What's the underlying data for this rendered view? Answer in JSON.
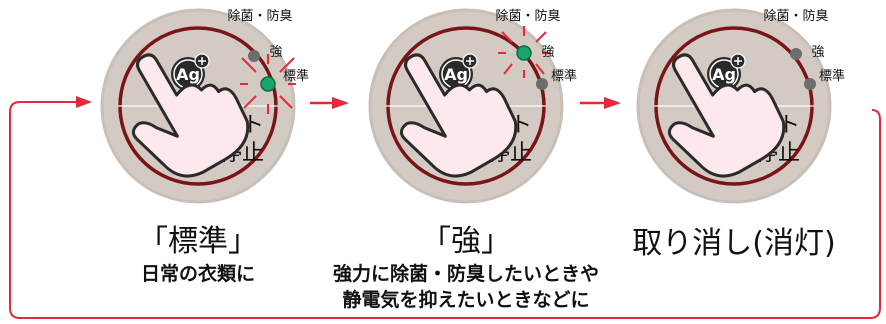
{
  "panels": [
    {
      "mode_label": "除菌・防臭",
      "led_strong": "強",
      "led_standard": "標準",
      "ag": "Ag",
      "button_line1": "スタート",
      "button_line2": "一時停止",
      "title": "「標準」",
      "description": [
        "日常の衣類に"
      ],
      "active_led": "standard"
    },
    {
      "mode_label": "除菌・防臭",
      "led_strong": "強",
      "led_standard": "標準",
      "ag": "Ag",
      "button_line1": "スタート",
      "button_line2": "一時停止",
      "title": "「強」",
      "description": [
        "強力に除菌・防臭したいときや",
        "静電気を抑えたいときなどに"
      ],
      "active_led": "strong"
    },
    {
      "mode_label": "除菌・防臭",
      "led_strong": "強",
      "led_standard": "標準",
      "ag": "Ag",
      "button_line1": "スタート",
      "button_line2": "一時停止",
      "title": "取り消し(消灯)",
      "description": [],
      "active_led": "none"
    }
  ],
  "colors": {
    "arrow": "#e8283a",
    "led_on": "#1aa66a",
    "led_off": "#6d6d6d",
    "button_face": "#d3cac3",
    "button_ring": "#7a1416",
    "burst": "#e8283a"
  }
}
